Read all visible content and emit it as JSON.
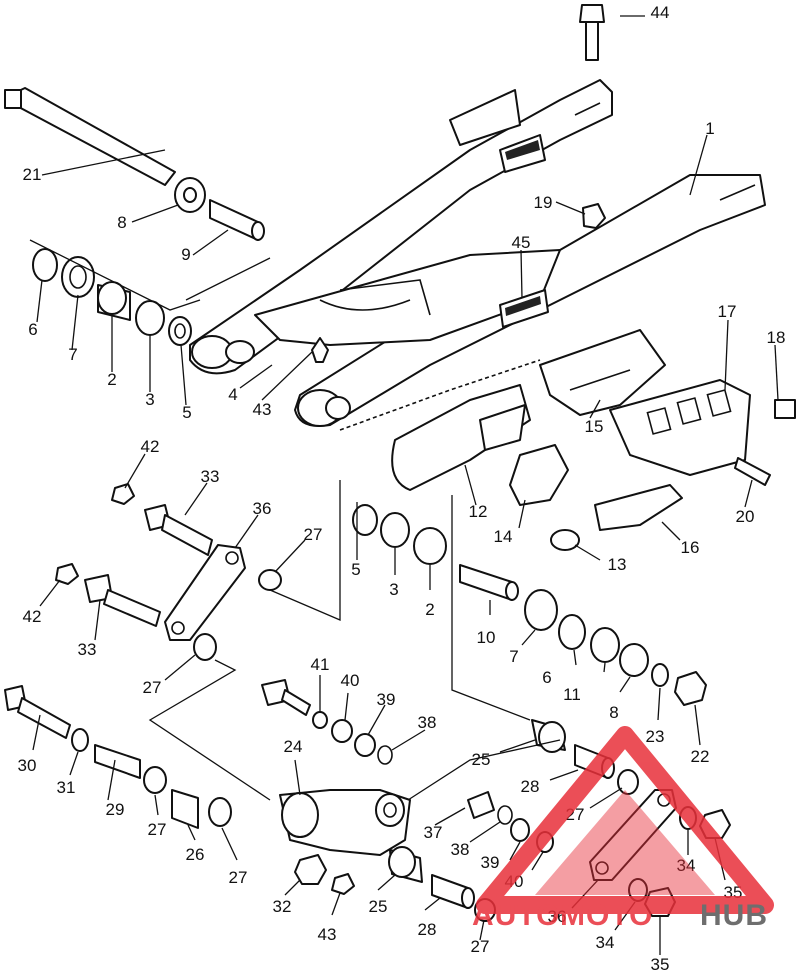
{
  "callouts": {
    "c1": "1",
    "c2a": "2",
    "c2b": "2",
    "c3a": "3",
    "c3b": "3",
    "c4": "4",
    "c5a": "5",
    "c5b": "5",
    "c6a": "6",
    "c6b": "6",
    "c7a": "7",
    "c7b": "7",
    "c8a": "8",
    "c8b": "8",
    "c9": "9",
    "c10": "10",
    "c11": "11",
    "c12": "12",
    "c13": "13",
    "c14": "14",
    "c15": "15",
    "c16": "16",
    "c17": "17",
    "c18": "18",
    "c19": "19",
    "c20": "20",
    "c21": "21",
    "c22": "22",
    "c23": "23",
    "c24": "24",
    "c25a": "25",
    "c25b": "25",
    "c26": "26",
    "c27a": "27",
    "c27b": "27",
    "c27c": "27",
    "c27d": "27",
    "c27e": "27",
    "c27f": "27",
    "c28a": "28",
    "c28b": "28",
    "c29": "29",
    "c30": "30",
    "c31": "31",
    "c32": "32",
    "c33a": "33",
    "c33b": "33",
    "c34a": "34",
    "c34b": "34",
    "c35a": "35",
    "c35b": "35",
    "c36a": "36",
    "c36b": "36",
    "c37": "37",
    "c38a": "38",
    "c38b": "38",
    "c39a": "39",
    "c39b": "39",
    "c40a": "40",
    "c40b": "40",
    "c41": "41",
    "c42a": "42",
    "c42b": "42",
    "c43a": "43",
    "c43b": "43",
    "c44": "44",
    "c45": "45"
  },
  "watermark": {
    "text_auto": "AUTO",
    "text_moto": "MOTO",
    "text_hub": "HUB",
    "color_red": "#e8303a",
    "color_grey": "#555555"
  },
  "colors": {
    "line": "#111111",
    "background": "#ffffff"
  }
}
